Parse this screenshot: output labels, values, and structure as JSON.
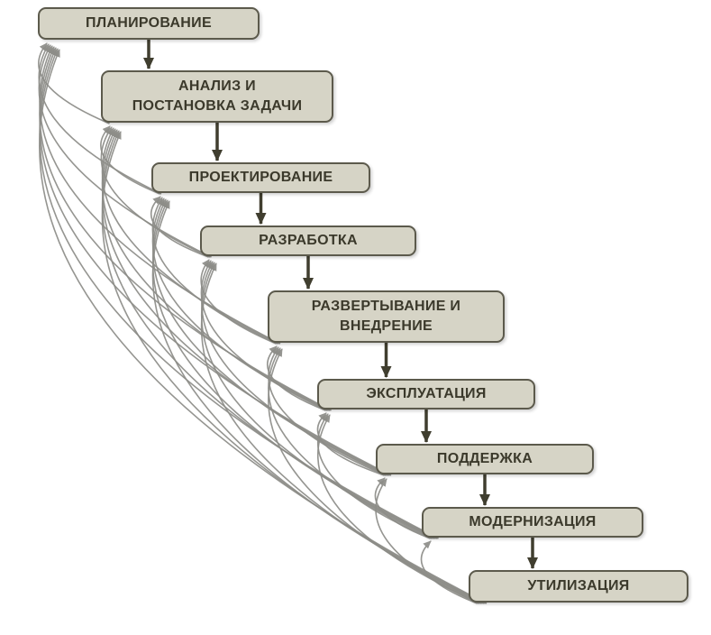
{
  "diagram": {
    "nodes": [
      {
        "id": "planning",
        "label": "ПЛАНИРОВАНИЕ"
      },
      {
        "id": "analysis",
        "label": "АНАЛИЗ И\nПОСТАНОВКА ЗАДАЧИ"
      },
      {
        "id": "design",
        "label": "ПРОЕКТИРОВАНИЕ"
      },
      {
        "id": "development",
        "label": "РАЗРАБОТКА"
      },
      {
        "id": "deployment",
        "label": "РАЗВЕРТЫВАНИЕ И\nВНЕДРЕНИЕ"
      },
      {
        "id": "operation",
        "label": "ЭКСПЛУАТАЦИЯ"
      },
      {
        "id": "support",
        "label": "ПОДДЕРЖКА"
      },
      {
        "id": "modernization",
        "label": "МОДЕРНИЗАЦИЯ"
      },
      {
        "id": "disposal",
        "label": "УТИЛИЗАЦИЯ"
      }
    ],
    "flow_edges": [
      [
        0,
        1
      ],
      [
        1,
        2
      ],
      [
        2,
        3
      ],
      [
        3,
        4
      ],
      [
        4,
        5
      ],
      [
        5,
        6
      ],
      [
        6,
        7
      ],
      [
        7,
        8
      ]
    ],
    "feedback_edges": [
      [
        1,
        0
      ],
      [
        2,
        0
      ],
      [
        2,
        1
      ],
      [
        3,
        0
      ],
      [
        3,
        1
      ],
      [
        3,
        2
      ],
      [
        4,
        0
      ],
      [
        4,
        1
      ],
      [
        4,
        2
      ],
      [
        4,
        3
      ],
      [
        5,
        0
      ],
      [
        5,
        1
      ],
      [
        5,
        2
      ],
      [
        5,
        3
      ],
      [
        5,
        4
      ],
      [
        6,
        0
      ],
      [
        6,
        1
      ],
      [
        6,
        2
      ],
      [
        6,
        3
      ],
      [
        6,
        4
      ],
      [
        6,
        5
      ],
      [
        7,
        0
      ],
      [
        7,
        1
      ],
      [
        7,
        2
      ],
      [
        7,
        3
      ],
      [
        7,
        4
      ],
      [
        7,
        5
      ],
      [
        7,
        6
      ],
      [
        8,
        0
      ],
      [
        8,
        1
      ],
      [
        8,
        2
      ],
      [
        8,
        3
      ],
      [
        8,
        4
      ],
      [
        8,
        5
      ],
      [
        8,
        6
      ],
      [
        8,
        7
      ]
    ],
    "colors": {
      "background": "#ffffff",
      "box_fill": "#d6d4c6",
      "box_border": "#5c5a4c",
      "box_text": "#3b392b",
      "flow_arrow": "#403e2f",
      "feedback_arrow": "#8d8d88"
    }
  }
}
